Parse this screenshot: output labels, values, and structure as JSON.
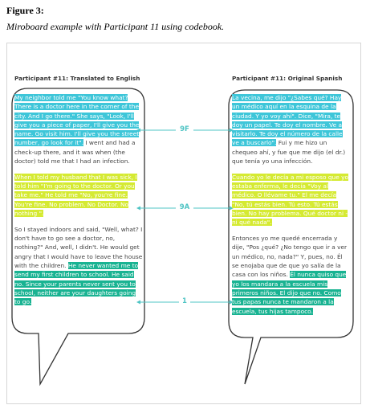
{
  "figure": {
    "label": "Figure 3:",
    "caption": "Miroboard example with Participant 11 using codebook."
  },
  "columns": {
    "english": {
      "title": "Participant #11: Translated to English",
      "paragraphs": [
        [
          {
            "text": "My neighbor told me \"You know what? There is a doctor here in the corner of the city. And I go there.\" She says, \"Look, I'll give you a piece of paper, I'll give you the name. Go visit him. I'll give you the street number, go look for it\".",
            "hl": "cyan"
          },
          {
            "text": " I went and had a check-up there, and it was when (the doctor) told me that I had an infection.",
            "hl": ""
          }
        ],
        [
          {
            "text": "When I told my husband that I was sick, I told him \"I'm going to the doctor. Or you take me.\" He told me \"No, you're fine. You're fine. No problem. No Doctor. No nothing \".",
            "hl": "lime"
          }
        ],
        [
          {
            "text": "So I stayed indoors and said, \"Well, what? I don't have to go see a doctor, no, nothing?\" And, well, I didn't. He would get angry that I would have to leave the house with the children. ",
            "hl": ""
          },
          {
            "text": "He never wanted me to send my first children to school. He said no. Since your parents never sent you to school, neither are your daughters going to go.",
            "hl": "teal"
          }
        ]
      ]
    },
    "spanish": {
      "title": "Participant #11: Original Spanish",
      "paragraphs": [
        [
          {
            "text": "La vecina, me dijo \"¿Sabes qué? Hay un médico aquí en la esquina de la ciudad. Y yo voy ahí\". Dice, \"Mira, te doy un papel. Te doy el nombre. Ve a visitarlo. Te doy el número de la calle ve a buscarlo\".",
            "hl": "cyan"
          },
          {
            "text": " Fui y me hizo un chequeo ahí, y fue que me dijo (el dr.) que tenía yo una infección.",
            "hl": ""
          }
        ],
        [
          {
            "text": "Cuando yo le decía a mi esposo que yo estaba enferma, le decía \"Voy al médico. O llévame tu.\" El me decía \"No, tú estás bien. Tú esto. Tú estás bien. No hay problema. Qué doctor ni - ni qué nada\".",
            "hl": "lime"
          }
        ],
        [
          {
            "text": "Entonces yo me quedé encerrada y dije, \"Pos ¿qué? ¿No tengo que ir a ver un médico, no, nada?\" Y, pues, no. Él se enojaba que de que yo salía de la casa con los niños. ",
            "hl": ""
          },
          {
            "text": "Él nunca quiso que yo los mandara a la escuela mis primeros niños. El dijo que no. Como tus papas nunca te mandaron a la escuela, tus hijas tampoco.",
            "hl": "teal"
          }
        ]
      ]
    }
  },
  "codes": [
    {
      "label": "9F"
    },
    {
      "label": "9A"
    },
    {
      "label": "1"
    }
  ]
}
